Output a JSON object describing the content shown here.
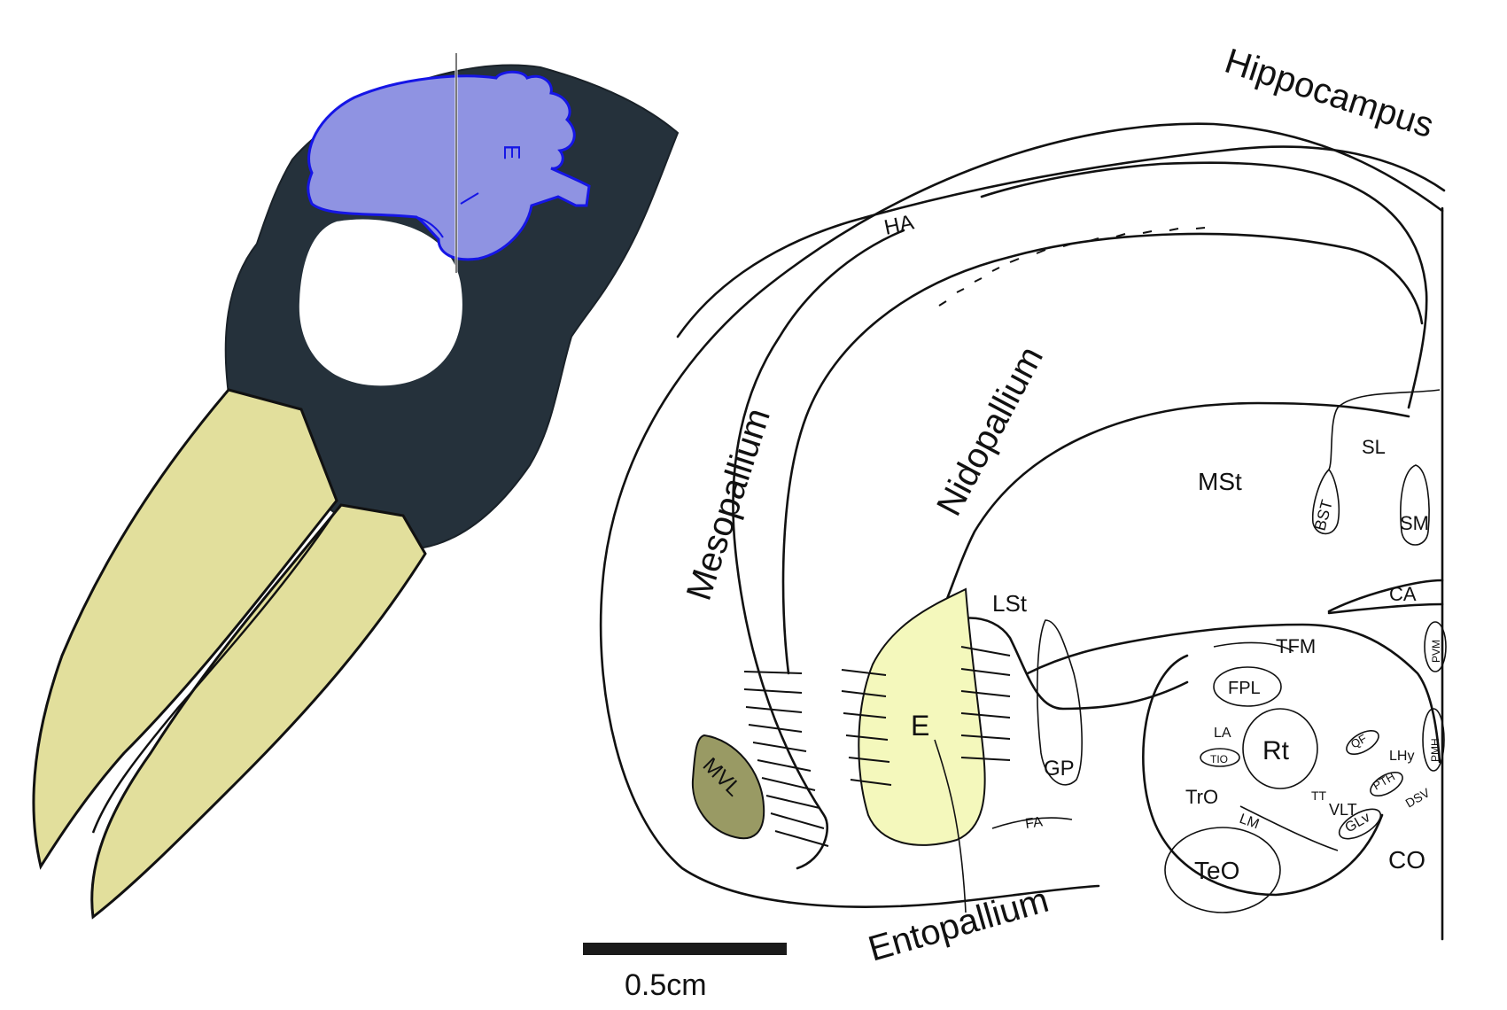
{
  "figure": {
    "scale_bar_label": "0.5cm",
    "region_labels": {
      "hippocampus": "Hippocampus",
      "mesopallium": "Mesopallium",
      "nidopallium": "Nidopallium",
      "entopallium": "Entopallium"
    },
    "nuclei_labels": {
      "ha": "HA",
      "mst": "MSt",
      "lst": "LSt",
      "sl": "SL",
      "bst": "BST",
      "sm": "SM",
      "ca": "CA",
      "tfm": "TFM",
      "pvm": "PVM",
      "fpl": "FPL",
      "la": "LA",
      "tio": "TIO",
      "rt": "Rt",
      "qf": "QF",
      "lhy": "LHy",
      "pmh": "PMH",
      "pth": "PTH",
      "dsv": "DSV",
      "tt": "TT",
      "vlt": "VLT",
      "glv": "GLv",
      "tro": "TrO",
      "lm": "LM",
      "teo": "TeO",
      "co": "CO",
      "gp": "GP",
      "fa": "FA",
      "e": "E",
      "mvl": "MVL",
      "e_on_head": "E"
    },
    "colors": {
      "brain_fill": "#8f93e2",
      "brain_stroke": "#1515e6",
      "head_feathers": "#25313b",
      "beak_fill": "#e2df9c",
      "entopallium_fill": "#f4f8bc",
      "mvl_fill": "#999a64",
      "line": "#111111"
    }
  }
}
